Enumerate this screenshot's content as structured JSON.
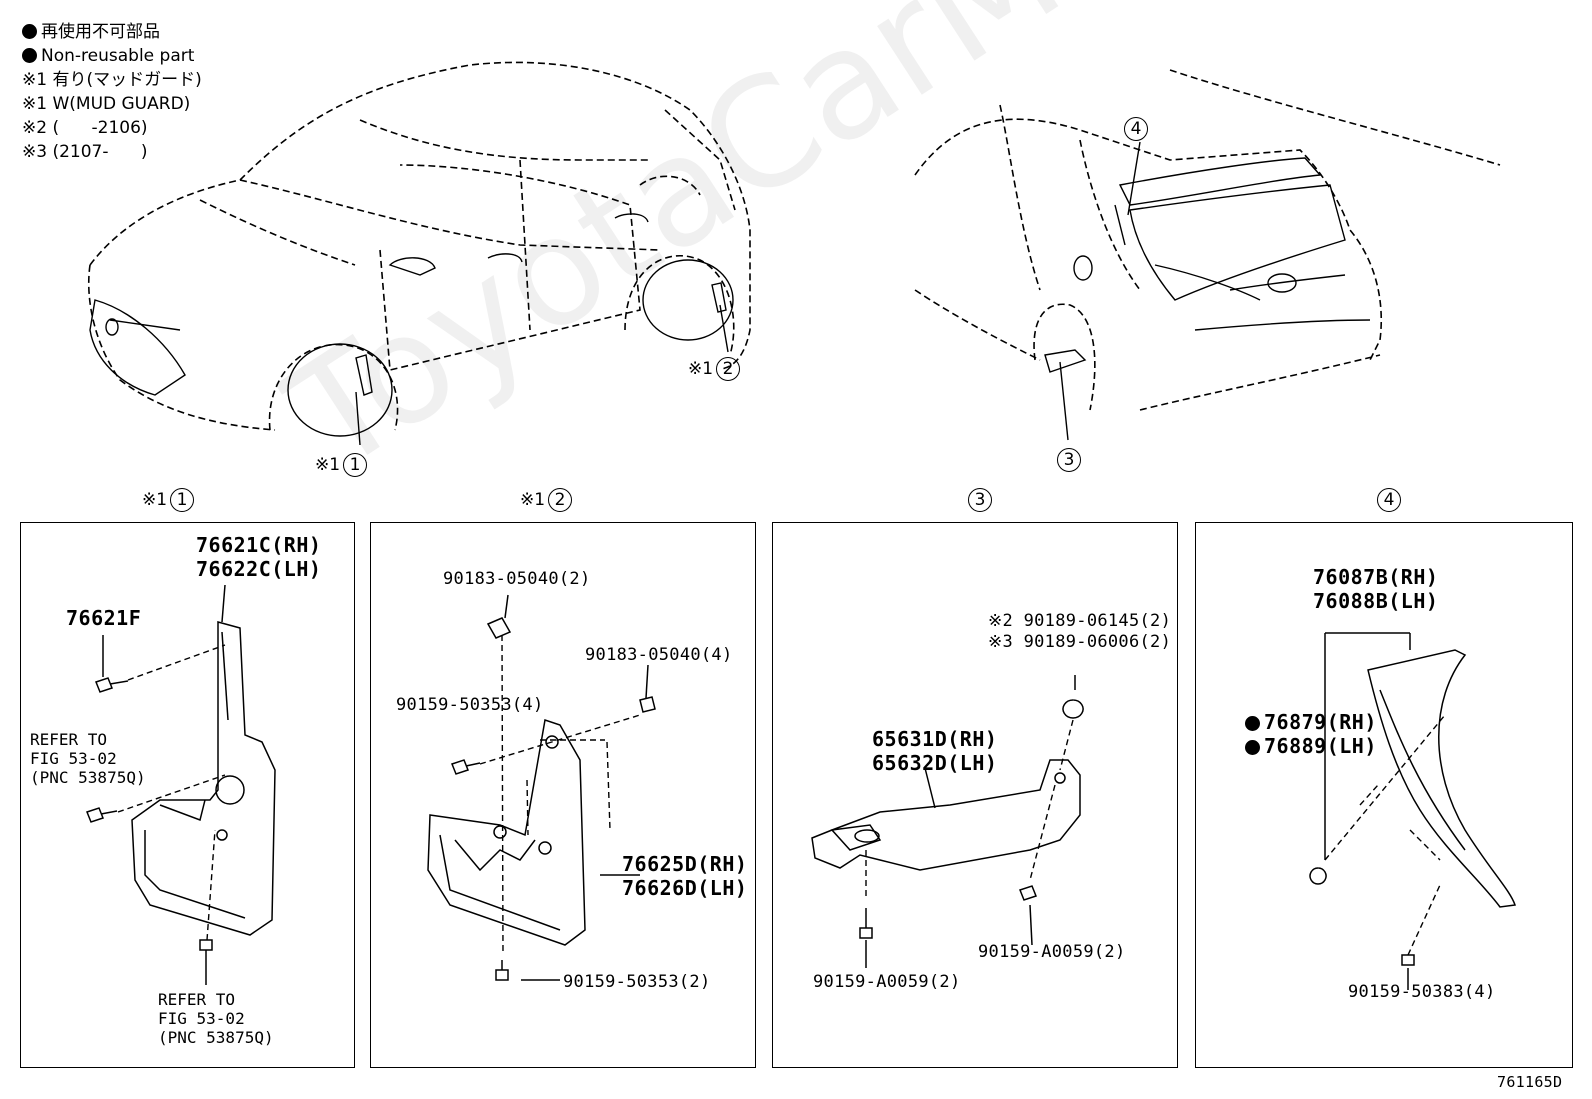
{
  "legend": {
    "non_reusable_ja": "再使用不可部品",
    "non_reusable_en": "Non-reusable part",
    "note1_ja": "※1 有り(マッドガード)",
    "note1_en": "※1 W(MUD GUARD)",
    "note2": "※2 (      -2106)",
    "note3": "※3 (2107-      )"
  },
  "callouts": {
    "note_mark": "※1",
    "c1": "1",
    "c2": "2",
    "c3": "3",
    "c4": "4"
  },
  "panel1": {
    "pn_mudguard_rh": "76621C(RH)",
    "pn_mudguard_lh": "76622C(LH)",
    "pn_screw": "76621F",
    "refer1": "REFER TO\nFIG 53-02\n(PNC 53875Q)",
    "refer2": "REFER TO\nFIG 53-02\n(PNC 53875Q)"
  },
  "panel2": {
    "pn_nut_top": "90183-05040(2)",
    "pn_nut_right": "90183-05040(4)",
    "pn_screw_top": "90159-50353(4)",
    "pn_mudguard_rh": "76625D(RH)",
    "pn_mudguard_lh": "76626D(LH)",
    "pn_screw_bottom": "90159-50353(2)"
  },
  "panel3": {
    "note_a": "※2 90189-06145(2)",
    "note_b": "※3 90189-06006(2)",
    "pn_bracket_rh": "65631D(RH)",
    "pn_bracket_lh": "65632D(LH)",
    "pn_bolt_right": "90159-A0059(2)",
    "pn_bolt_left": "90159-A0059(2)"
  },
  "panel4": {
    "pn_spoiler_rh": "76087B(RH)",
    "pn_spoiler_lh": "76088B(LH)",
    "pn_clip_rh": "76879(RH)",
    "pn_clip_lh": "76889(LH)",
    "pn_screw": "90159-50383(4)"
  },
  "watermark": "ToyotaCarMire.ru",
  "figure_id": "761165D"
}
